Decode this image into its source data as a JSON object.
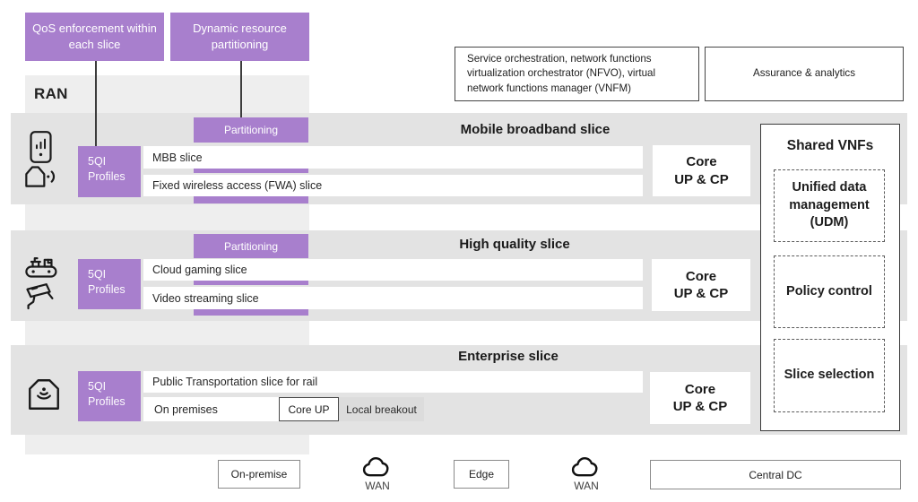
{
  "callouts": {
    "qos": "QoS enforcement within each slice",
    "dynamic": "Dynamic resource partitioning"
  },
  "top_boxes": {
    "orchestration": "Service orchestration, network functions virtualization orchestrator (NFVO), virtual network functions manager (VNFM)",
    "assurance": "Assurance & analytics"
  },
  "ran_label": "RAN",
  "slices": [
    {
      "title": "Mobile broadband slice",
      "partitioning_label": "Partitioning",
      "qi_line1": "5QI",
      "qi_line2": "Profiles",
      "rows": [
        "MBB slice",
        "Fixed wireless access (FWA) slice"
      ],
      "core_line1": "Core",
      "core_line2": "UP & CP"
    },
    {
      "title": "High quality slice",
      "partitioning_label": "Partitioning",
      "qi_line1": "5QI",
      "qi_line2": "Profiles",
      "rows": [
        "Cloud gaming slice",
        "Video streaming slice"
      ],
      "core_line1": "Core",
      "core_line2": "UP & CP"
    },
    {
      "title": "Enterprise slice",
      "qi_line1": "5QI",
      "qi_line2": "Profiles",
      "rows": [
        "Public Transportation slice for rail"
      ],
      "premises": {
        "label": "On premises",
        "core_up": "Core UP",
        "breakout": "Local breakout"
      },
      "core_line1": "Core",
      "core_line2": "UP & CP"
    }
  ],
  "shared_vnfs": {
    "title": "Shared VNFs",
    "items": [
      "Unified data management (UDM)",
      "Policy control",
      "Slice selection"
    ]
  },
  "bottom_row": {
    "on_premise": "On-premise",
    "wan_left": "WAN",
    "edge": "Edge",
    "wan_right": "WAN",
    "central_dc": "Central DC"
  },
  "icons": {
    "mobile_broadband": [
      "smartphone-icon",
      "fwa-house-icon"
    ],
    "high_quality": [
      "agv-robot-icon",
      "cctv-camera-icon"
    ],
    "enterprise": [
      "premise-building-icon"
    ],
    "wan": "cloud-icon"
  },
  "colors": {
    "purple": "#a87fcd",
    "band_gray": "#e3e3e3",
    "column_gray": "#eeeeee",
    "breakout_gray": "#dcdcdc"
  }
}
